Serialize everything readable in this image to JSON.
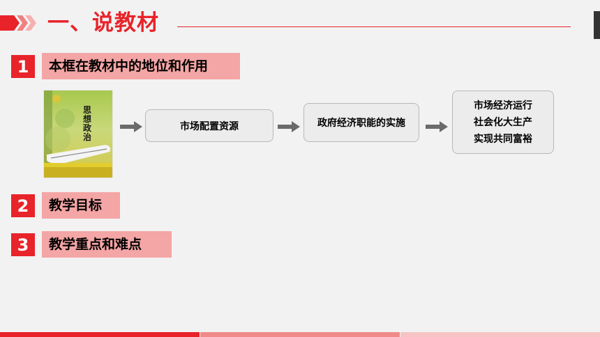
{
  "header": {
    "title": "一、说教材"
  },
  "sections": [
    {
      "number": "1",
      "label": "本框在教材中的地位和作用"
    },
    {
      "number": "2",
      "label": "教学目标"
    },
    {
      "number": "3",
      "label": "教学重点和难点"
    }
  ],
  "book": {
    "title_chars": "思想政治"
  },
  "flow": {
    "box1": "市场配置资源",
    "box2": "政府经济职能的实施",
    "box3_lines": [
      "市场经济运行",
      "社会化大生产",
      "实现共同富裕"
    ]
  },
  "colors": {
    "accent": "#e8232a",
    "label_bg": "#f4a5a5",
    "background": "#f2f2f2"
  },
  "icons": [
    "chevrons-icon",
    "arrow-right-icon"
  ]
}
